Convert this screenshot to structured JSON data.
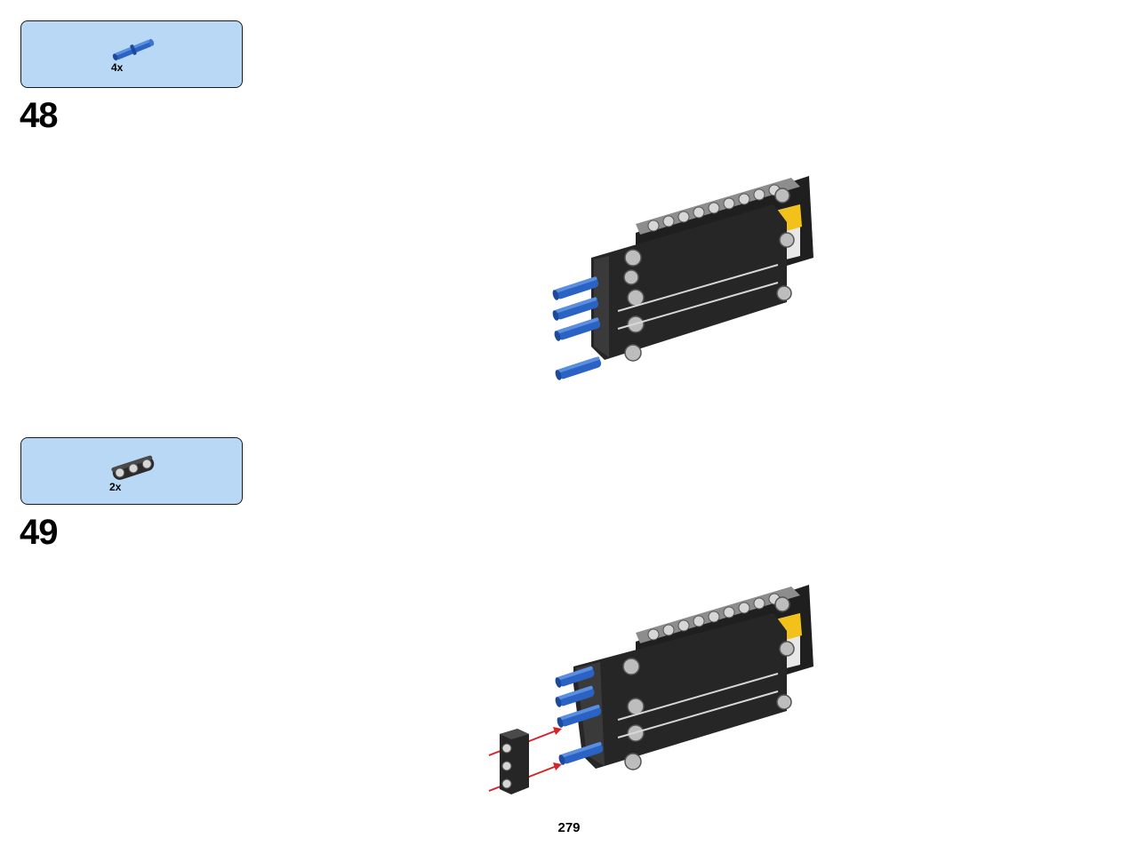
{
  "steps": [
    {
      "number": "48",
      "parts": [
        {
          "quantity": "4x",
          "icon": "blue-connector-pin-icon",
          "color": "#2a63c4"
        }
      ]
    },
    {
      "number": "49",
      "parts": [
        {
          "quantity": "2x",
          "icon": "black-beam-3-icon",
          "color": "#2b2b2b"
        }
      ]
    }
  ],
  "page": {
    "number": "279"
  },
  "colors": {
    "parts_box_background": "#b9d8f5",
    "pin_blue": "#2a63c4",
    "beam_black": "#262626",
    "arrow_red": "#d8222a"
  }
}
